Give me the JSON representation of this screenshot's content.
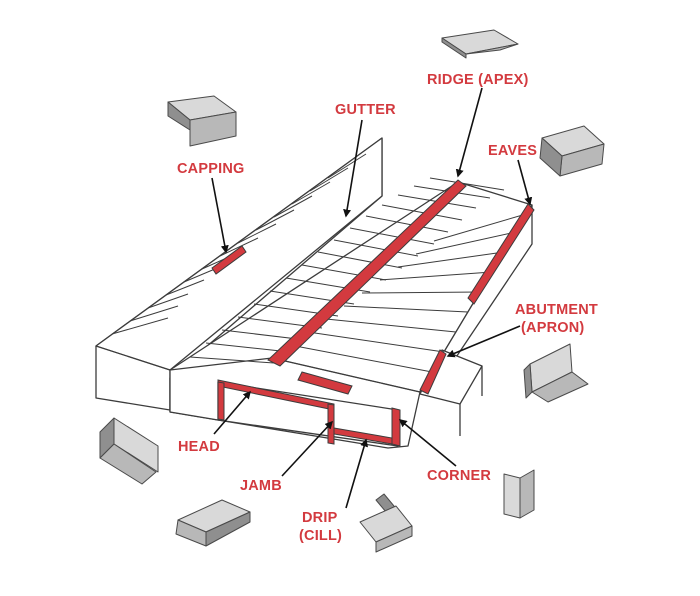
{
  "colors": {
    "label": "#d33a3f",
    "flashing": "#d33a3f",
    "outline": "#3c3c3c",
    "arrow": "#111111",
    "part_light": "#d9d9d9",
    "part_mid": "#b8b8b8",
    "part_dark": "#8f8f8f"
  },
  "labels": {
    "capping": "CAPPING",
    "gutter": "GUTTER",
    "ridge": "RIDGE (APEX)",
    "eaves": "EAVES",
    "abutment_line1": "ABUTMENT",
    "abutment_line2": "(APRON)",
    "head": "HEAD",
    "jamb": "JAMB",
    "drip_line1": "DRIP",
    "drip_line2": "(CILL)",
    "corner": "CORNER"
  },
  "icons": {
    "capping_part": "capping-flashing-icon",
    "ridge_part": "ridge-flashing-icon",
    "eaves_part": "eaves-flashing-icon",
    "abutment_part": "abutment-flashing-icon",
    "corner_part": "corner-flashing-icon",
    "drip_part": "drip-flashing-icon",
    "head_part": "head-flashing-icon",
    "jamb_part": "jamb-flashing-icon"
  }
}
